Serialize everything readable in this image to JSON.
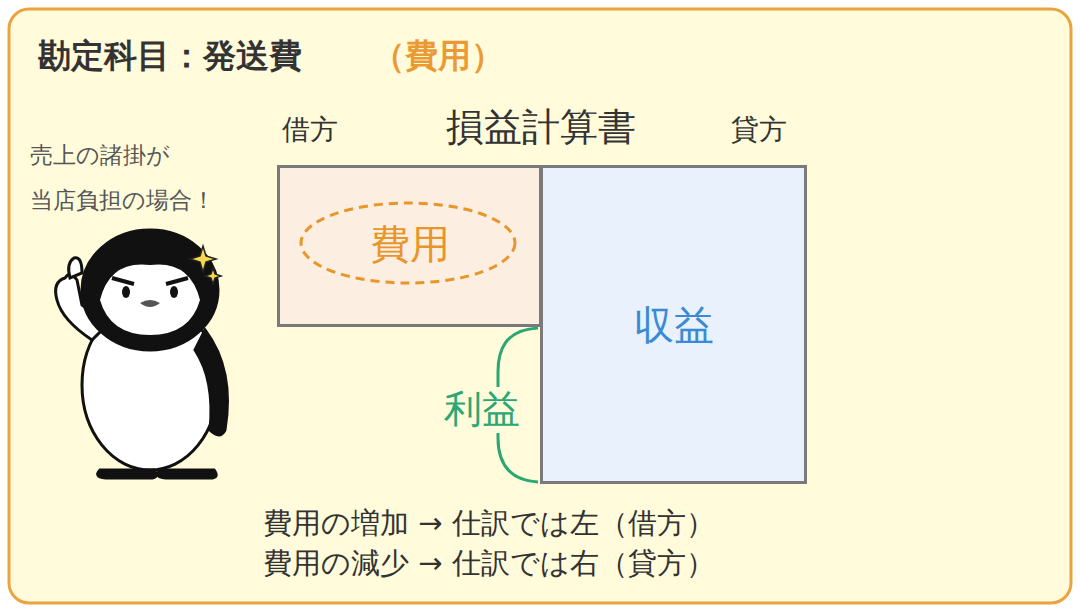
{
  "diagram": {
    "title": "勘定科目：発送費",
    "nodes": [
      {
        "text": [
          "費用"
        ]
      },
      {
        "text": [
          "収益"
        ]
      }
    ],
    "labels": [
      "（費用）",
      "借方",
      "損益計算書",
      "貸方",
      "売上の諸掛が 当店負担の場合！",
      "利益",
      "費用の増加 → 仕訳では左（借方）",
      "費用の減少 → 仕訳では右（貸方）"
    ]
  }
}
